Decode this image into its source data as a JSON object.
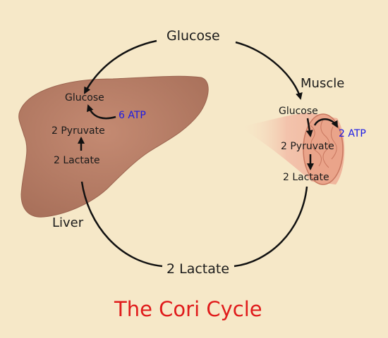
{
  "diagram": {
    "title": "The Cori Cycle",
    "top_label": "Glucose",
    "bottom_label": "2 Lactate",
    "liver": {
      "name": "Liver",
      "glucose": "Glucose",
      "pyruvate": "2 Pyruvate",
      "lactate": "2 Lactate",
      "atp": "6 ATP"
    },
    "muscle": {
      "name": "Muscle",
      "glucose": "Glucose",
      "pyruvate": "2 Pyruvate",
      "lactate": "2 Lactate",
      "atp": "2 ATP"
    },
    "colors": {
      "background": "#f6e8c8",
      "liver": "#bc8068",
      "muscle": "#f2b8a0",
      "arrow": "#111111",
      "atp_text": "#1a1ae6",
      "title_text": "#e01b1b"
    }
  }
}
